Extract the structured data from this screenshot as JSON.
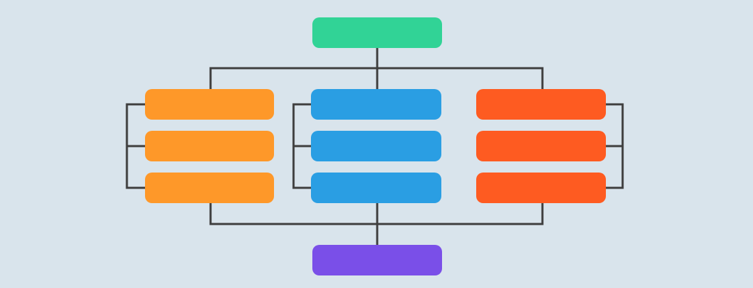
{
  "colors": {
    "background": "#d9e4ec",
    "connector": "#3e3e3e",
    "root": "#31d396",
    "left_group": "#fe9829",
    "middle_group": "#2a9ee3",
    "right_group": "#fe5b21",
    "bottom": "#7a4fe8"
  },
  "diagram": {
    "root": {
      "label": ""
    },
    "groups": [
      {
        "name": "left",
        "nodes": [
          {
            "label": ""
          },
          {
            "label": ""
          },
          {
            "label": ""
          }
        ]
      },
      {
        "name": "middle",
        "nodes": [
          {
            "label": ""
          },
          {
            "label": ""
          },
          {
            "label": ""
          }
        ]
      },
      {
        "name": "right",
        "nodes": [
          {
            "label": ""
          },
          {
            "label": ""
          },
          {
            "label": ""
          }
        ]
      }
    ],
    "bottom": {
      "label": ""
    }
  }
}
